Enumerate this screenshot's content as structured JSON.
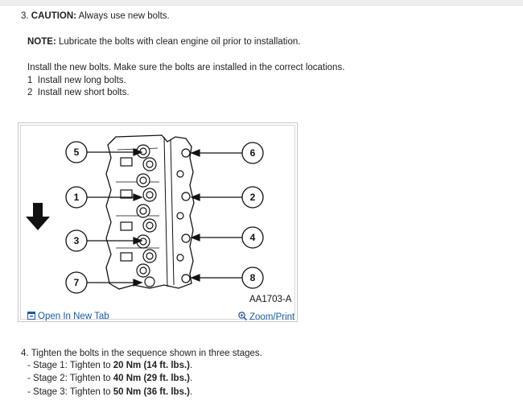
{
  "step3": {
    "number": "3.",
    "caution_label": "CAUTION:",
    "caution_text": "Always use new bolts."
  },
  "note": {
    "label": "NOTE:",
    "text": "Lubricate the bolts with clean engine oil prior to installation."
  },
  "install": {
    "intro": "Install the new bolts. Make sure the bolts are installed in the correct locations.",
    "items": [
      {
        "num": "1",
        "text": "Install new long bolts."
      },
      {
        "num": "2",
        "text": "Install new short bolts."
      }
    ]
  },
  "figure": {
    "code": "AA1703-A",
    "open_tab_label": "Open In New Tab",
    "zoom_label": "Zoom/Print",
    "callouts_left": [
      "5",
      "1",
      "3",
      "7"
    ],
    "callouts_right": [
      "6",
      "2",
      "4",
      "8"
    ],
    "open_tab_icon": "open-in-new-tab-icon",
    "zoom_icon": "zoom-in-icon"
  },
  "step4": {
    "intro": "4. Tighten the bolts in the sequence shown in three stages.",
    "stages": [
      {
        "prefix": "- Stage 1: Tighten to ",
        "value": "20 Nm (14 ft. lbs.)",
        "suffix": "."
      },
      {
        "prefix": "- Stage 2: Tighten to ",
        "value": "40 Nm (29 ft. lbs.)",
        "suffix": "."
      },
      {
        "prefix": "- Stage 3: Tighten to ",
        "value": "50 Nm (36 ft. lbs.)",
        "suffix": "."
      }
    ]
  },
  "colors": {
    "link": "#1a5aa8",
    "text": "#222222"
  }
}
